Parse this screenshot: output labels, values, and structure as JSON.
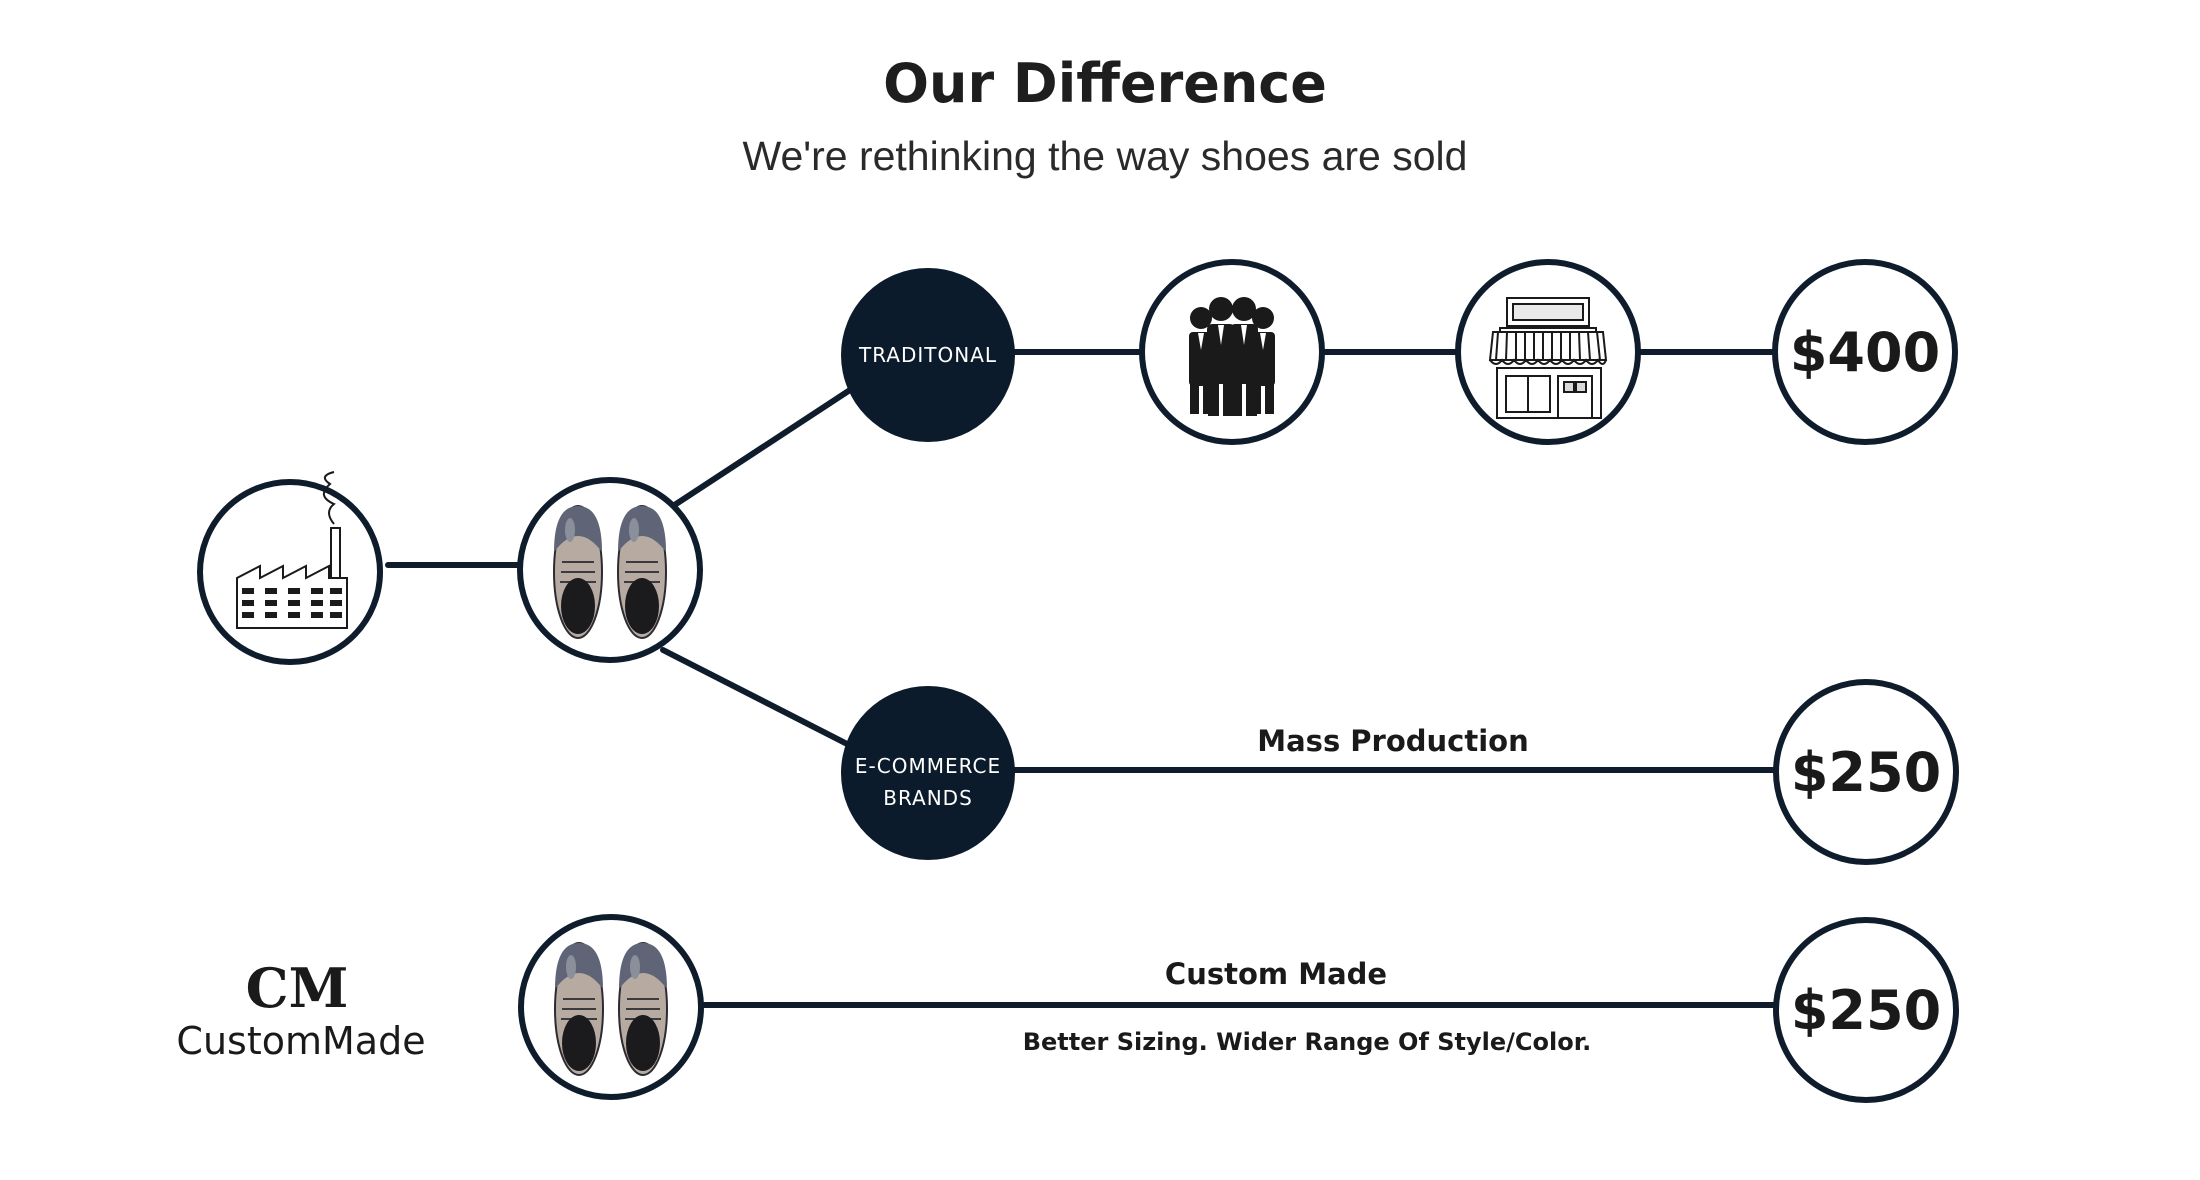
{
  "header": {
    "title": "Our Difference",
    "subtitle": "We're rethinking the way shoes are sold"
  },
  "traditional": {
    "label": "TRADITONAL",
    "price": "$400"
  },
  "ecommerce": {
    "label_line1": "E-COMMERCE",
    "label_line2": "BRANDS",
    "path_label": "Mass Production",
    "price": "$250"
  },
  "custom": {
    "brand_mark": "CM",
    "brand_name": "CustomMade",
    "path_label": "Custom Made",
    "path_note": "Better Sizing.  Wider Range Of Style/Color.",
    "price": "$250"
  },
  "icons": {
    "factory": "factory-icon",
    "shoes": "shoes-icon",
    "people": "salespeople-icon",
    "store": "storefront-icon"
  },
  "colors": {
    "navy": "#0b1b2b",
    "stroke": "#0e1c2c",
    "white": "#ffffff"
  }
}
